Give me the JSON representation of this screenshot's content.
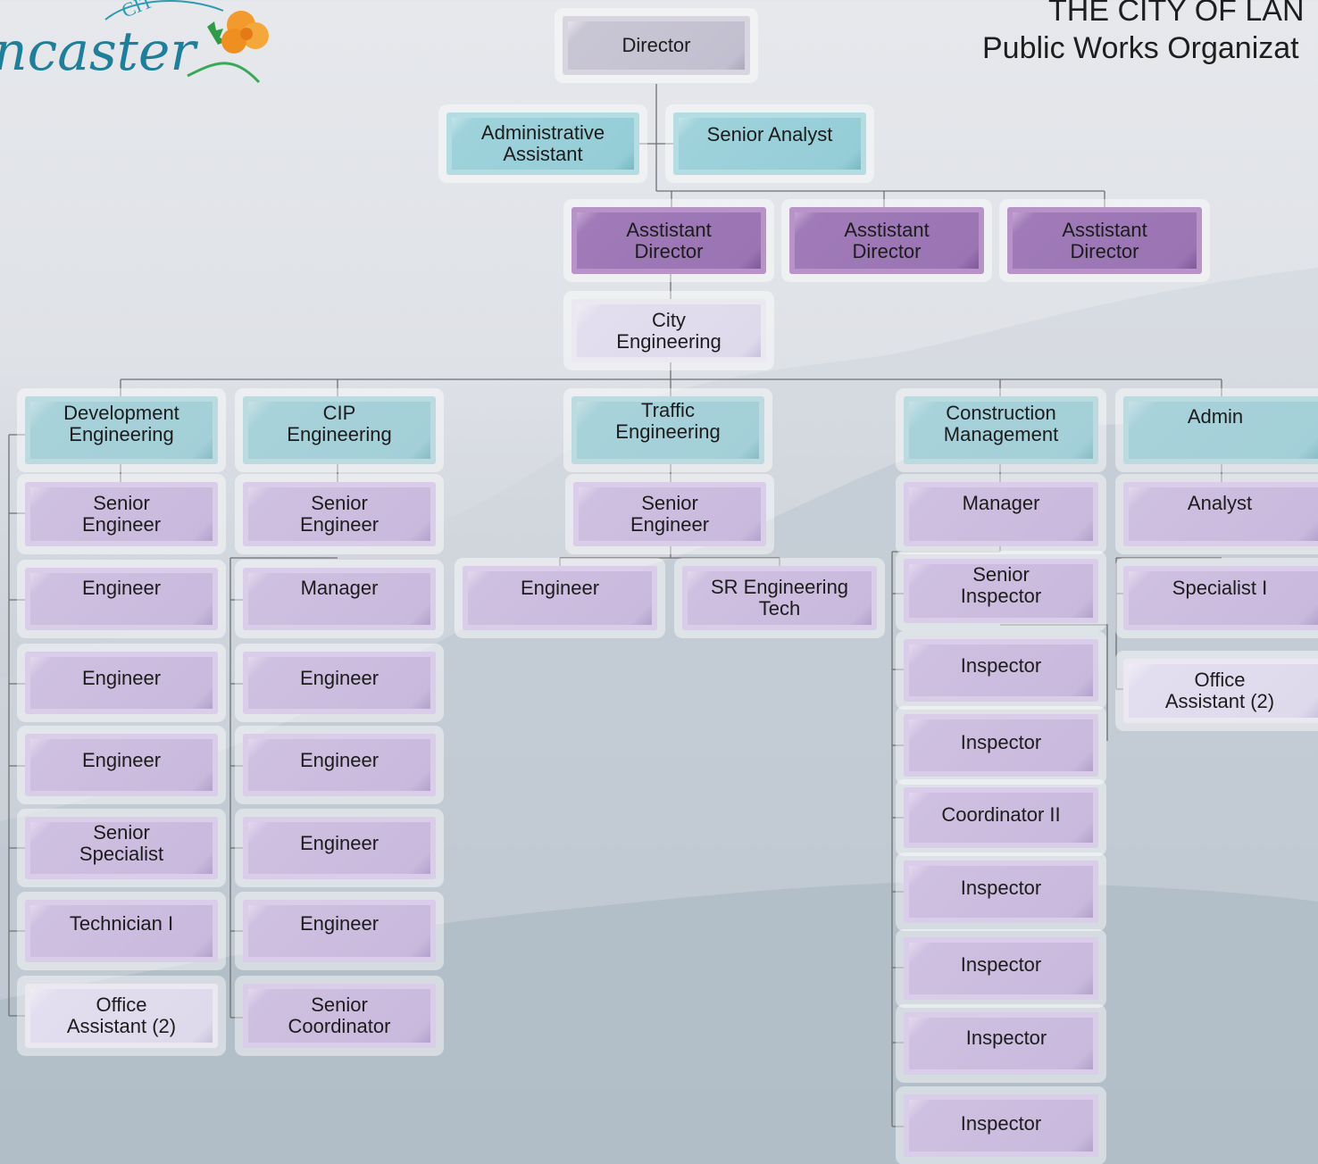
{
  "header": {
    "title_line1": "THE CITY OF LAN",
    "title_line2": "Public Works Organizat"
  },
  "logo": {
    "script_text": "ncaster",
    "arc_text": "CIT",
    "accent": "#2e9bb0",
    "poppy": "#f29a2e"
  },
  "org": {
    "director": "Director",
    "admin_assistant": "Administrative\nAssistant",
    "senior_analyst": "Senior Analyst",
    "asst_director_1": "Asstistant\nDirector",
    "asst_director_2": "Asstistant\nDirector",
    "asst_director_3": "Asstistant\nDirector",
    "city_engineering": "City\nEngineering",
    "divisions": {
      "development": {
        "title": "Development\nEngineering",
        "staff": [
          "Senior\nEngineer",
          "Engineer",
          "Engineer",
          "Engineer",
          "Senior\nSpecialist",
          "Technician I",
          "Office\nAssistant (2)"
        ]
      },
      "cip": {
        "title": "CIP\nEngineering",
        "staff": [
          "Senior\nEngineer",
          "Manager",
          "Engineer",
          "Engineer",
          "Engineer",
          "Engineer",
          "Senior\nCoordinator"
        ]
      },
      "traffic": {
        "title": "Traffic\nEngineering",
        "staff": [
          "Senior\nEngineer",
          "Engineer",
          "SR Engineering\nTech"
        ]
      },
      "construction": {
        "title": "Construction\nManagement",
        "staff": [
          "Manager",
          "Senior\nInspector",
          "Inspector",
          "Inspector",
          "Coordinator II",
          "Inspector",
          "Inspector",
          "Inspector",
          "Inspector"
        ]
      },
      "admin": {
        "title": "Admin",
        "staff": [
          "Analyst",
          "Specialist I",
          "Office\nAssistant (2)"
        ]
      }
    }
  },
  "colors": {
    "director": "#c2bfd0",
    "support": "#95cdd7",
    "assistant_director": "#9a74b3",
    "position": "#c9b9dd",
    "line": "#707070"
  }
}
